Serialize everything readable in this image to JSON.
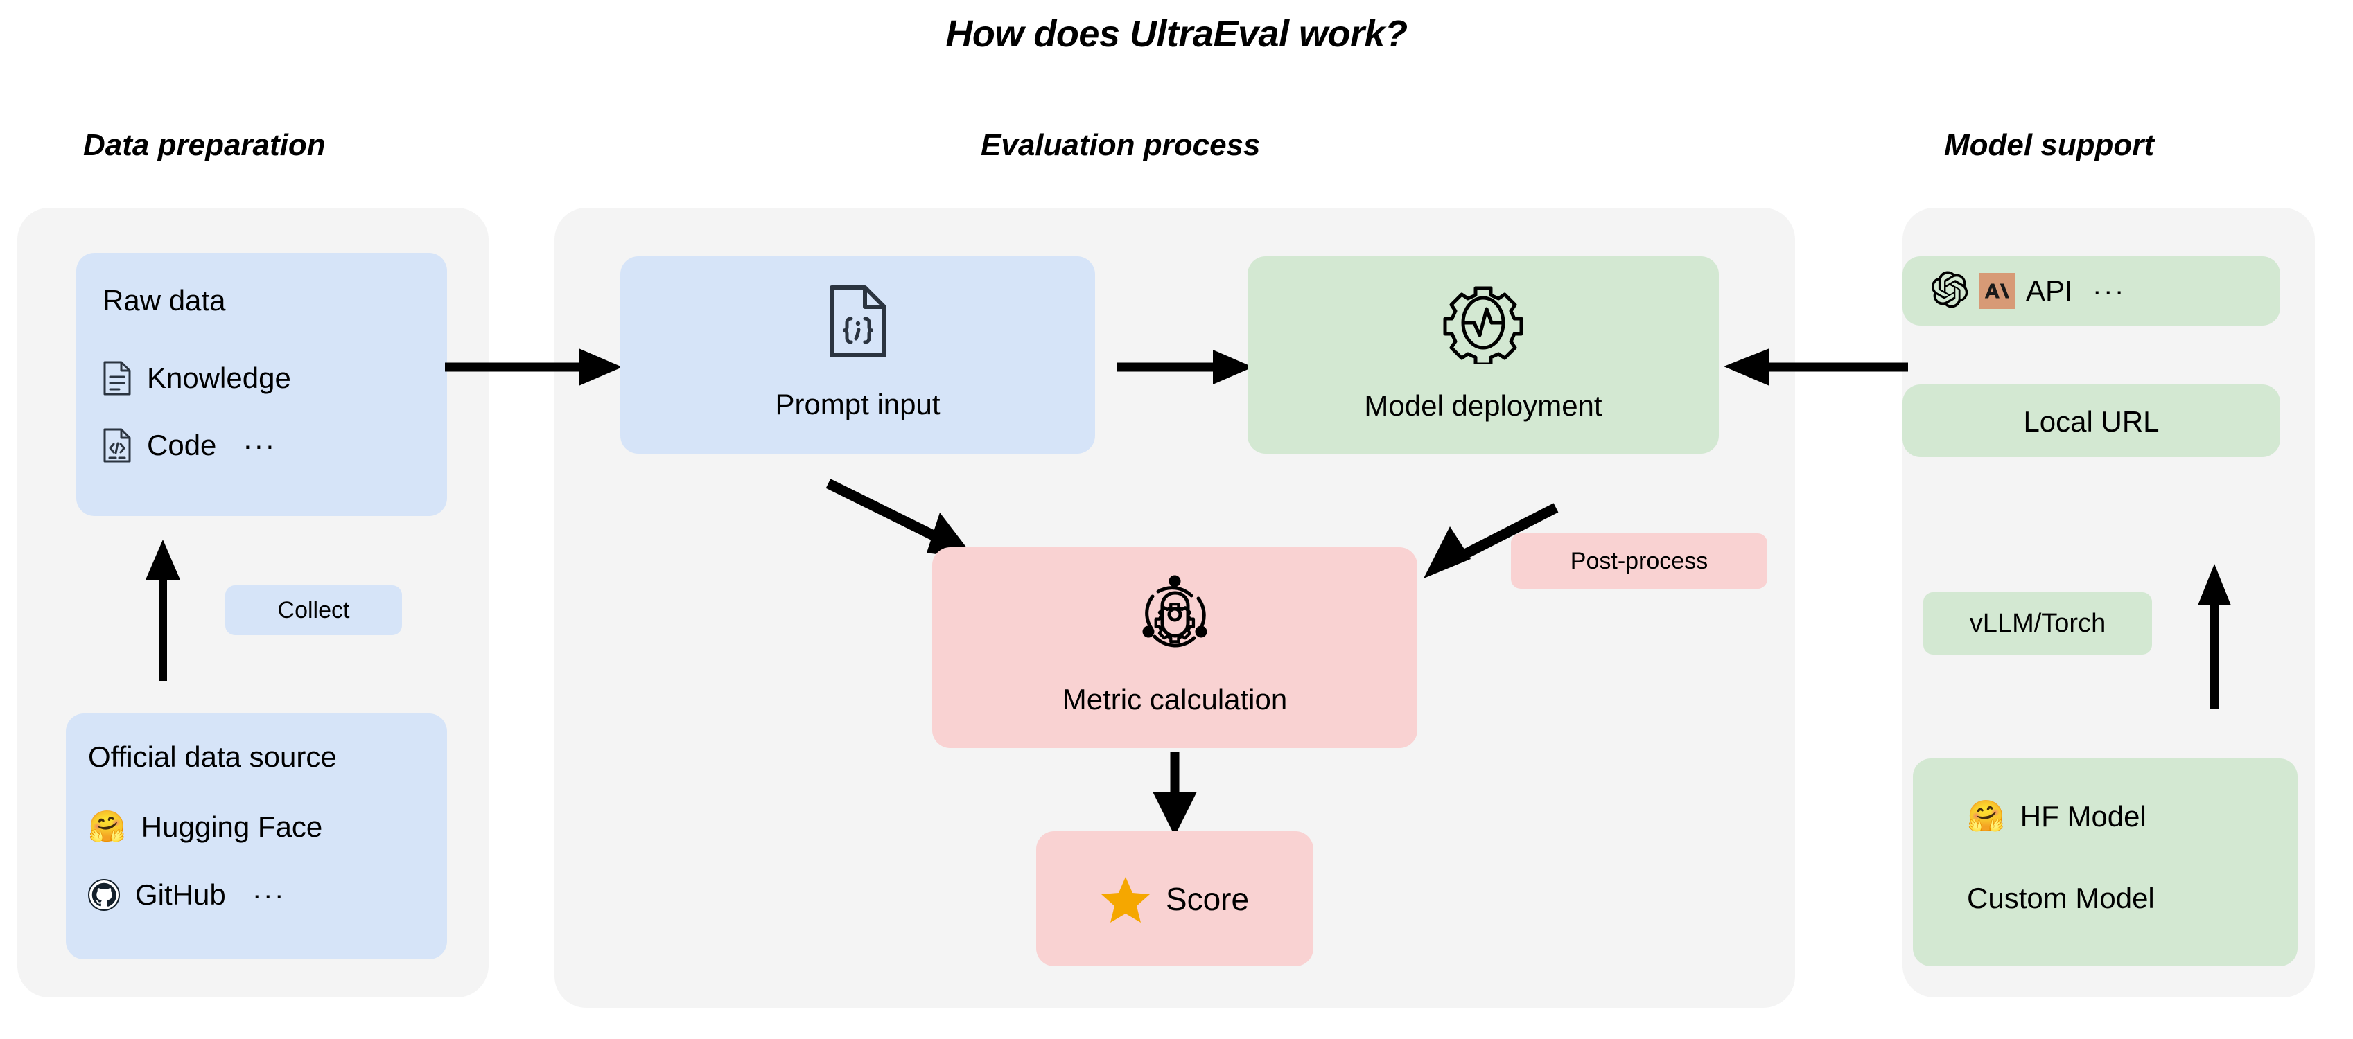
{
  "title": "How does UltraEval work?",
  "colors": {
    "panel_bg": "#f4f4f4",
    "blue_card": "#d6e4f8",
    "green_card": "#d3e8d2",
    "pink_card": "#f9d2d2",
    "anthropic_badge": "#d79a76",
    "star_gold": "#f5a700",
    "icon_stroke": "#2b3440",
    "arrow": "#000000",
    "page_bg": "#ffffff"
  },
  "columns": {
    "data_preparation": {
      "title": "Data preparation",
      "raw_data": {
        "heading": "Raw data",
        "items": [
          {
            "icon": "document-text-icon",
            "label": "Knowledge",
            "ellipsis": ""
          },
          {
            "icon": "document-code-icon",
            "label": "Code",
            "ellipsis": "···"
          }
        ]
      },
      "collect_label": "Collect",
      "official_source": {
        "heading": "Official data source",
        "items": [
          {
            "icon": "hugging-face-icon",
            "glyph": "🤗",
            "label": "Hugging Face",
            "ellipsis": ""
          },
          {
            "icon": "github-icon",
            "glyph": "",
            "label": "GitHub",
            "ellipsis": "···"
          }
        ]
      }
    },
    "evaluation_process": {
      "title": "Evaluation process",
      "prompt_input": {
        "icon": "document-json-icon",
        "label": "Prompt input"
      },
      "model_deployment": {
        "icon": "gear-pulse-icon",
        "label": "Model deployment"
      },
      "metric_calculation": {
        "icon": "gear-orbit-icon",
        "label": "Metric calculation"
      },
      "post_process_label": "Post-process",
      "score": {
        "icon": "star-icon",
        "label": "Score"
      }
    },
    "model_support": {
      "title": "Model support",
      "api": {
        "icons": [
          "openai-icon",
          "anthropic-icon"
        ],
        "label": "API",
        "ellipsis": "···"
      },
      "local_url": {
        "label": "Local URL"
      },
      "runtime_label": "vLLM/Torch",
      "models": {
        "hf_model": {
          "icon": "hugging-face-icon",
          "glyph": "🤗",
          "label": "HF Model"
        },
        "custom_model": {
          "label": "Custom Model"
        }
      }
    }
  }
}
